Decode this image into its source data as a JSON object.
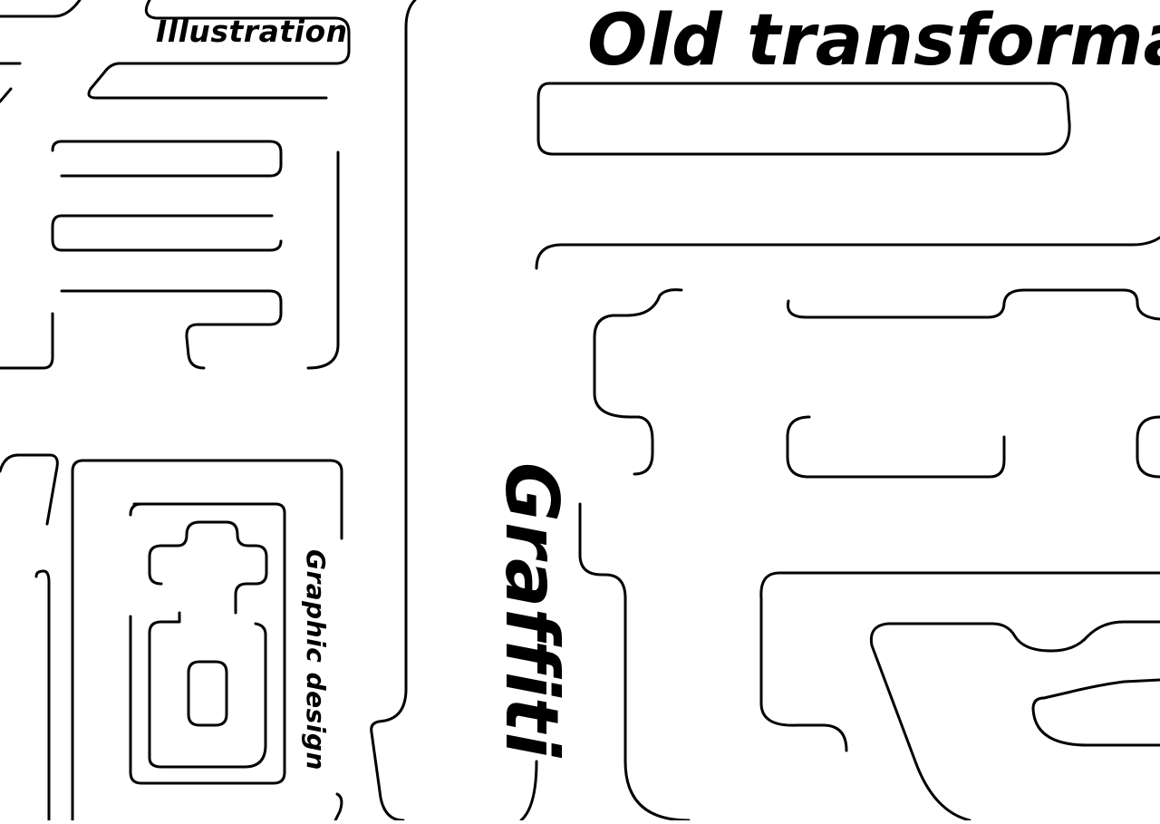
{
  "colors": {
    "background": "#ffffff",
    "ink": "#000000"
  },
  "labels": {
    "title": "Old transforma",
    "illustration": "Illustration",
    "graffiti": "Graffiti",
    "graphic_design": "Graphic design"
  }
}
